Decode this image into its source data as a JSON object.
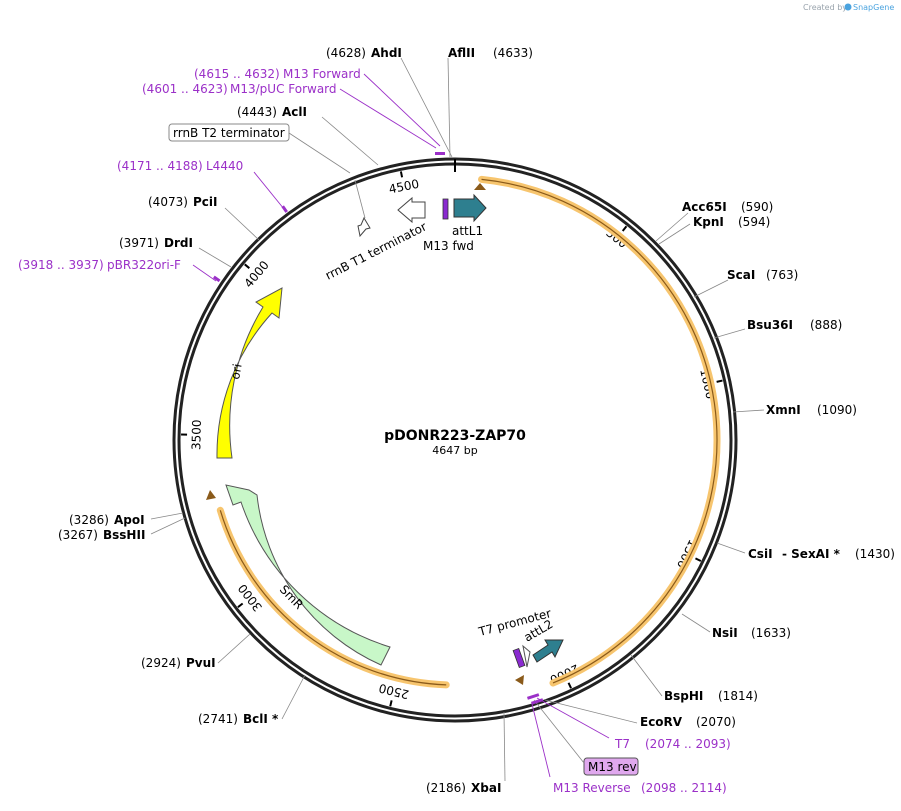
{
  "credit": {
    "prefix": "Created by",
    "brand": "SnapGene"
  },
  "plasmid": {
    "name": "pDONR223-ZAP70",
    "length_label": "4647 bp",
    "length": 4647
  },
  "colors": {
    "primer": "#9b30c8",
    "orf": "#f7c56e",
    "ori": "#ffff00",
    "smr": "#c8f7c8",
    "attl": "#2e7f8f",
    "promoter_box": "#e0a8ee"
  },
  "ticks": [
    {
      "pos": 500,
      "label": "500"
    },
    {
      "pos": 1000,
      "label": "1000"
    },
    {
      "pos": 1500,
      "label": "1500"
    },
    {
      "pos": 2000,
      "label": "2000"
    },
    {
      "pos": 2500,
      "label": "2500"
    },
    {
      "pos": 3000,
      "label": "3000"
    },
    {
      "pos": 3500,
      "label": "3500"
    },
    {
      "pos": 4000,
      "label": "4000"
    },
    {
      "pos": 4500,
      "label": "4500"
    }
  ],
  "sites": [
    {
      "name": "AhdI",
      "pos": "(4628)",
      "side": "left",
      "star": ""
    },
    {
      "name": "AflII",
      "pos": "(4633)",
      "side": "right",
      "star": ""
    },
    {
      "name": "AclI",
      "pos": "(4443)",
      "side": "left",
      "star": ""
    },
    {
      "name": "PciI",
      "pos": "(4073)",
      "side": "left",
      "star": ""
    },
    {
      "name": "DrdI",
      "pos": "(3971)",
      "side": "left",
      "star": ""
    },
    {
      "name": "Acc65I",
      "pos": "(590)",
      "side": "right",
      "star": ""
    },
    {
      "name": "KpnI",
      "pos": "(594)",
      "side": "right",
      "star": ""
    },
    {
      "name": "ScaI",
      "pos": "(763)",
      "side": "right",
      "star": ""
    },
    {
      "name": "Bsu36I",
      "pos": "(888)",
      "side": "right",
      "star": ""
    },
    {
      "name": "XmnI",
      "pos": "(1090)",
      "side": "right",
      "star": ""
    },
    {
      "name": "CsiI",
      "pos": "(1430)",
      "side": "right",
      "star": "",
      "extra": "- SexAI *"
    },
    {
      "name": "NsiI",
      "pos": "(1633)",
      "side": "right",
      "star": ""
    },
    {
      "name": "BspHI",
      "pos": "(1814)",
      "side": "right",
      "star": ""
    },
    {
      "name": "EcoRV",
      "pos": "(2070)",
      "side": "right",
      "star": ""
    },
    {
      "name": "XbaI",
      "pos": "(2186)",
      "side": "left",
      "star": ""
    },
    {
      "name": "BclI",
      "pos": "(2741)",
      "side": "left",
      "star": " *"
    },
    {
      "name": "PvuI",
      "pos": "(2924)",
      "side": "left",
      "star": ""
    },
    {
      "name": "ApoI",
      "pos": "(3286)",
      "side": "left",
      "star": ""
    },
    {
      "name": "BssHII",
      "pos": "(3267)",
      "side": "left",
      "star": ""
    }
  ],
  "primers": [
    {
      "name": "M13 Forward",
      "range": "(4615 .. 4632)"
    },
    {
      "name": "M13/pUC Forward",
      "range": "(4601 .. 4623)"
    },
    {
      "name": "L4440",
      "range": "(4171 .. 4188)"
    },
    {
      "name": "pBR322ori-F",
      "range": "(3918 .. 3937)"
    },
    {
      "name": "T7",
      "range": "(2074 .. 2093)"
    },
    {
      "name": "M13 Reverse",
      "range": "(2098 .. 2114)"
    }
  ],
  "features": {
    "rrnb_t2": "rrnB T2 terminator",
    "rrnb_t1": "rrnB T1 terminator",
    "attl1": "attL1",
    "m13fwd": "M13 fwd",
    "t7promoter": "T7 promoter",
    "attl2": "attL2",
    "m13rev": "M13 rev",
    "ori": "ori",
    "smr": "SmR"
  }
}
